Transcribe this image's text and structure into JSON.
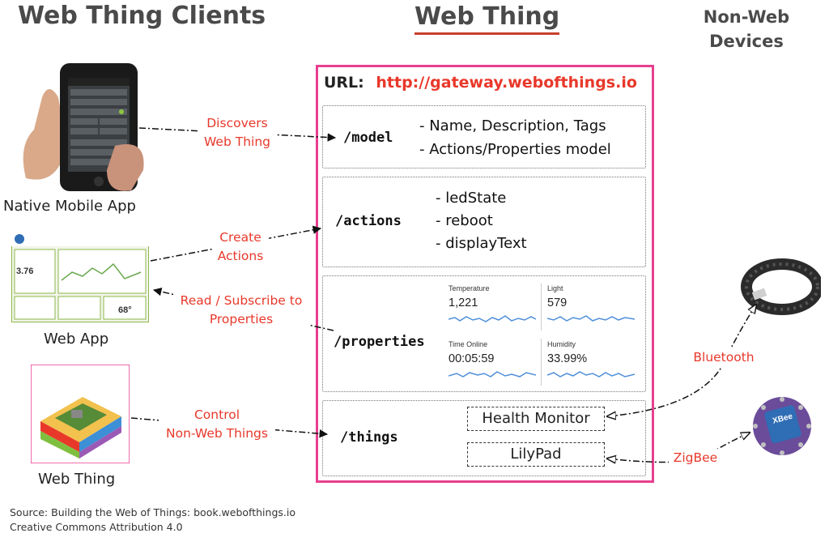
{
  "headers": {
    "clients": "Web Thing Clients",
    "web_thing": "Web Thing",
    "non_web": "Non-Web Devices"
  },
  "clients": [
    {
      "label": "Native Mobile App"
    },
    {
      "label": "Web App"
    },
    {
      "label": "Web Thing"
    }
  ],
  "url": {
    "prefix": "URL:",
    "value": "http://gateway.webofthings.io"
  },
  "sections": {
    "model": {
      "path": "/model",
      "items": [
        "- Name, Description, Tags",
        "- Actions/Properties model"
      ]
    },
    "actions": {
      "path": "/actions",
      "items": [
        "- ledState",
        "- reboot",
        "- displayText"
      ]
    },
    "properties": {
      "path": "/properties",
      "metrics": [
        {
          "label": "Temperature",
          "value": "1,221"
        },
        {
          "label": "Light",
          "value": "579"
        },
        {
          "label": "Time Online",
          "value": "00:05:59"
        },
        {
          "label": "Humidity",
          "value": "33.99%"
        }
      ]
    },
    "things": {
      "path": "/things",
      "devices": [
        "Health Monitor",
        "LilyPad"
      ]
    }
  },
  "arrows": {
    "discovers": "Discovers\nWeb Thing",
    "create": "Create\nActions",
    "read": "Read / Subscribe to\nProperties",
    "control": "Control\nNon-Web Things",
    "bluetooth": "Bluetooth",
    "zigbee": "ZigBee"
  },
  "source": {
    "line1": "Source: Building the Web of Things: book.webofthings.io",
    "line2": "Creative Commons Attribution 4.0"
  },
  "colors": {
    "accent_pink": "#e83f8f",
    "label_red": "#e8382a",
    "heading_gray": "#4a4a4a"
  }
}
